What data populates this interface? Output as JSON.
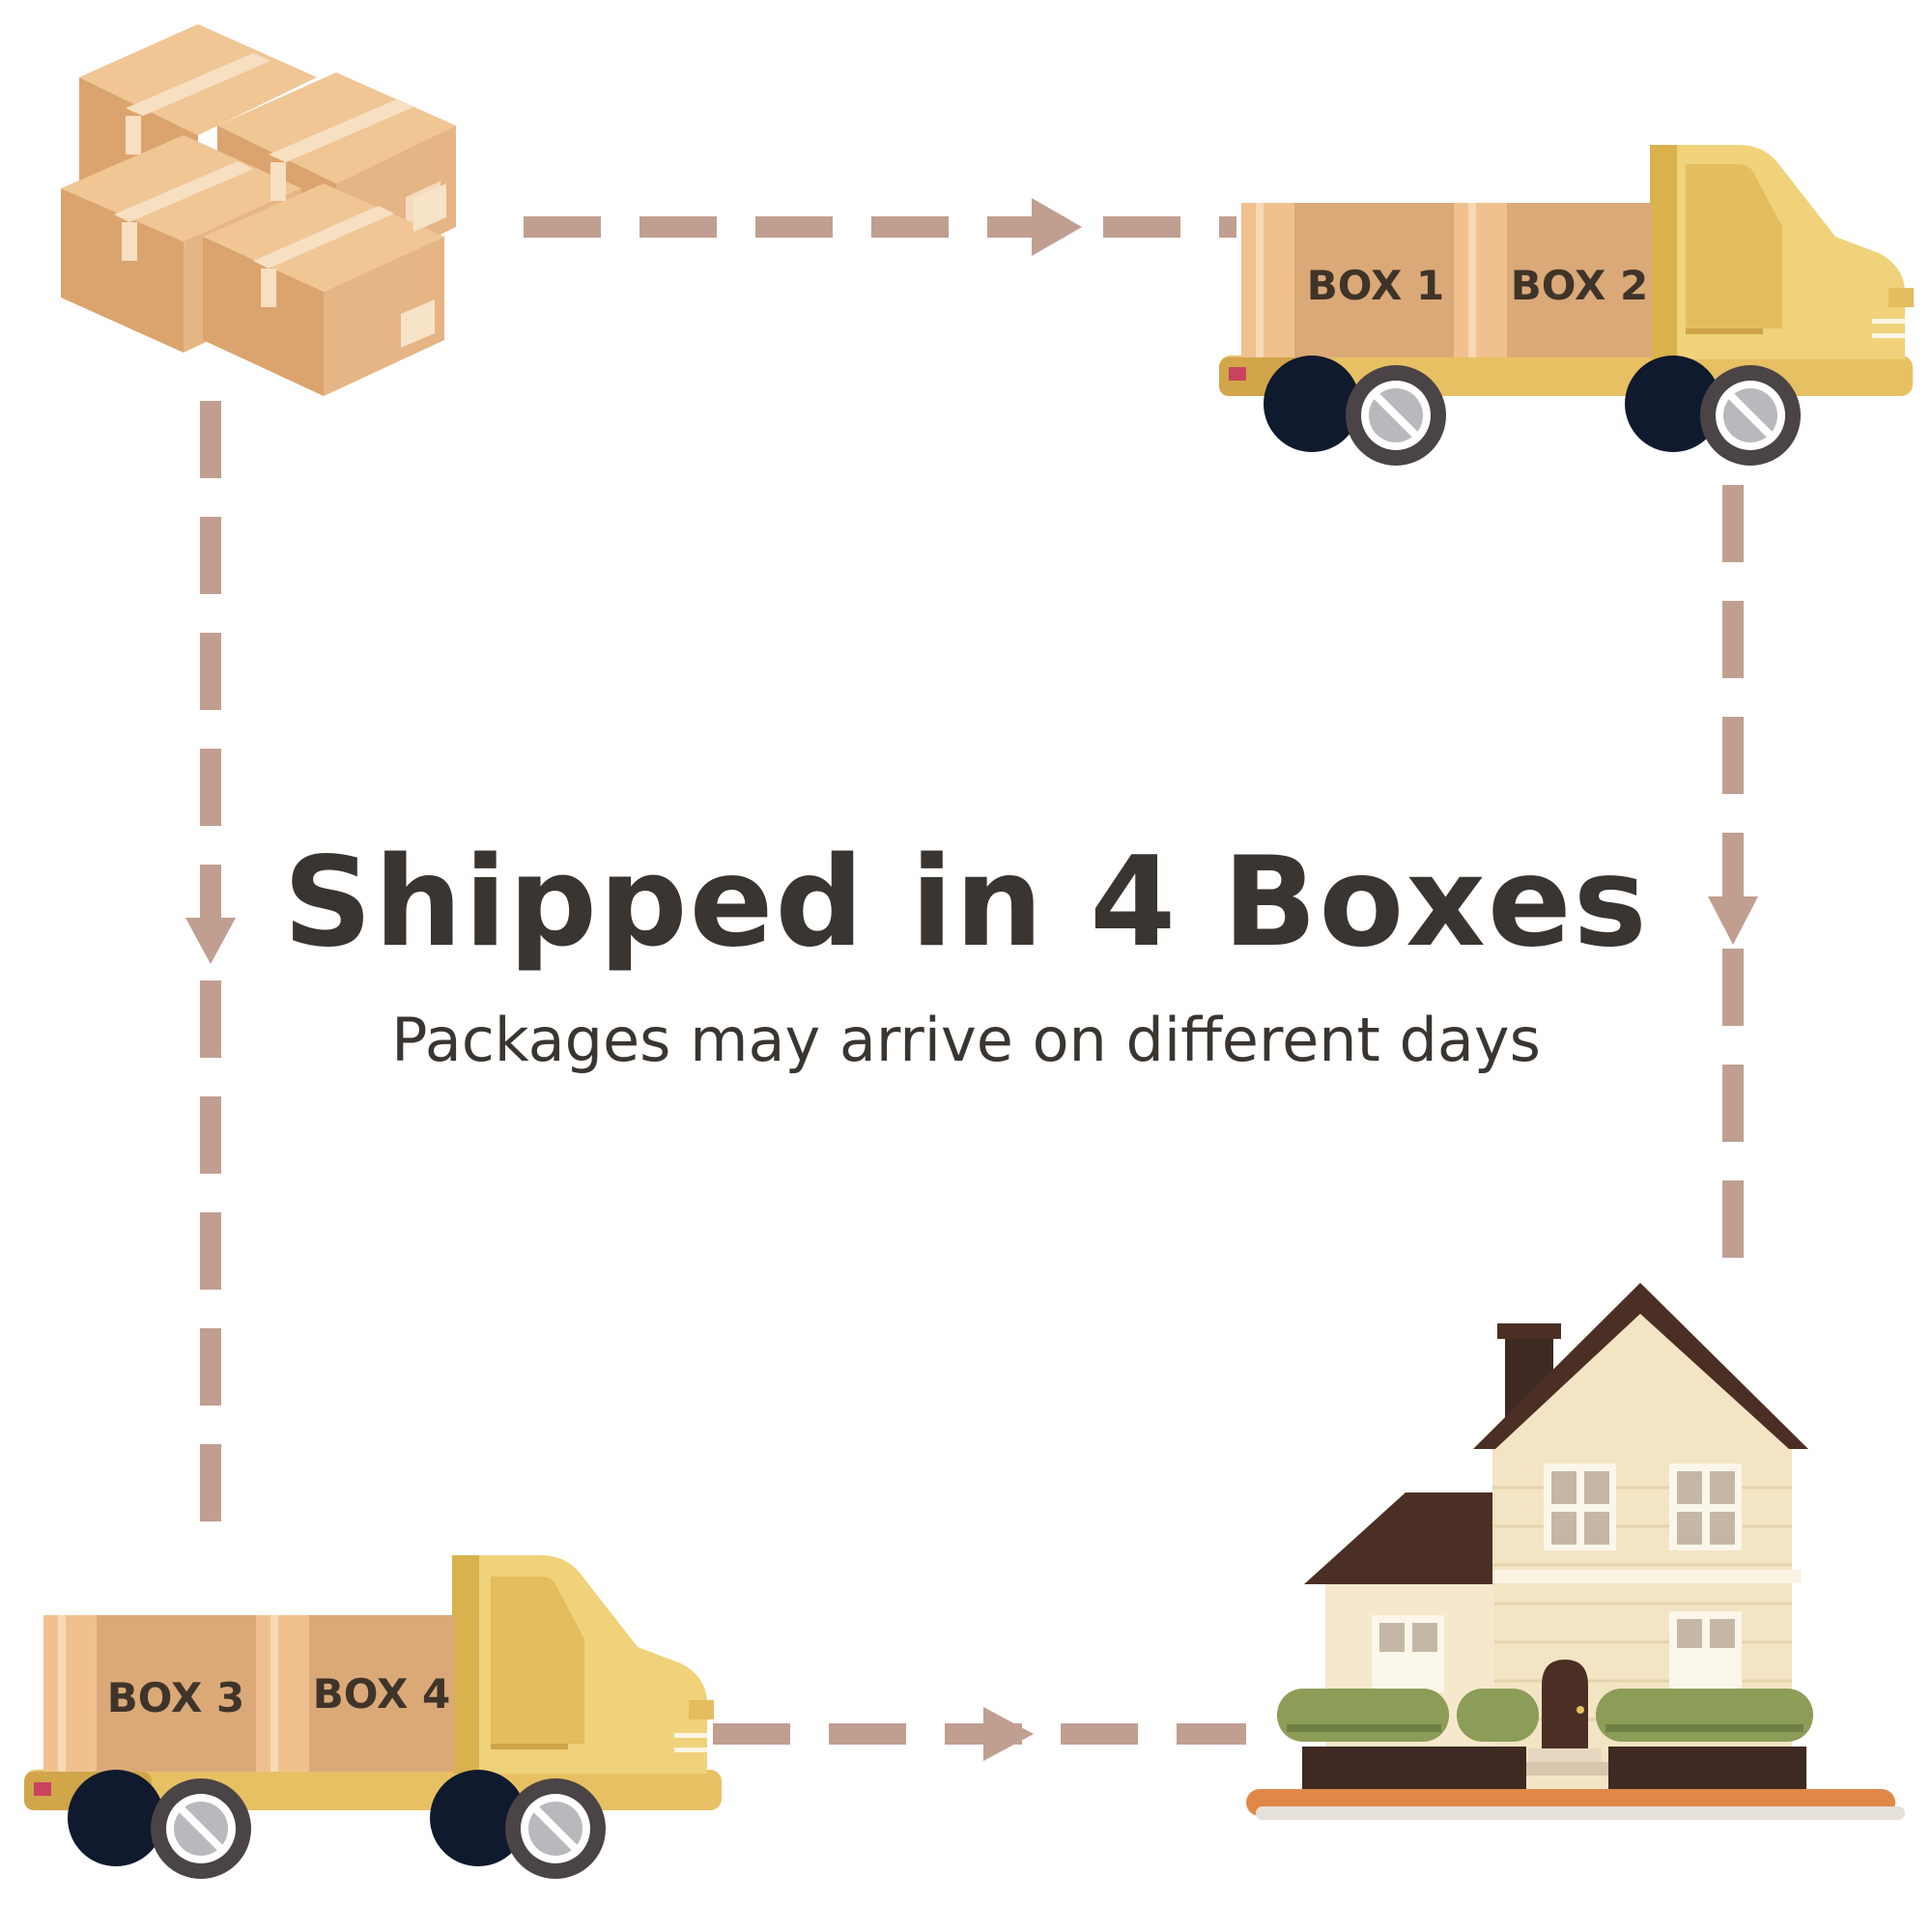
{
  "title": "Shipped in 4 Boxes",
  "subtitle": "Packages may arrive on different days",
  "trucks": [
    {
      "box_labels": [
        "BOX 1",
        "BOX 2"
      ]
    },
    {
      "box_labels": [
        "BOX 3",
        "BOX 4"
      ]
    }
  ],
  "icons": [
    "cardboard-boxes-icon",
    "delivery-truck-icon",
    "house-icon",
    "arrow-icon"
  ],
  "colors": {
    "dash": "#c09f91",
    "text": "#3a3530",
    "box": "#dcaa78",
    "truck_cab": "#efd27a",
    "roof": "#4b2f25",
    "wall": "#f3e4c4",
    "ground": "#e08848",
    "bush": "#8c9d58"
  }
}
